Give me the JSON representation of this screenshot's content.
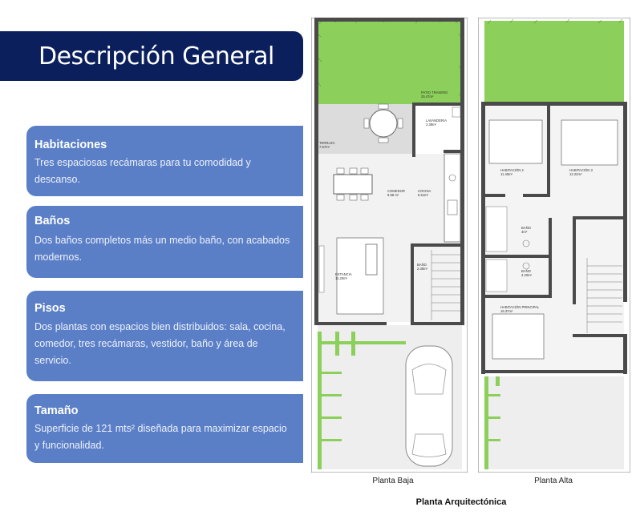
{
  "title": "Descripción General",
  "cards": [
    {
      "heading": "Habitaciones",
      "text": "Tres espaciosas recámaras para tu comodidad y descanso."
    },
    {
      "heading": "Baños",
      "text": "Dos baños completos más un medio baño, con acabados modernos."
    },
    {
      "heading": "Pisos",
      "text": "Dos plantas con espacios bien distribuidos: sala, cocina, comedor, tres recámaras, vestidor, baño y área de servicio."
    },
    {
      "heading": "Tamaño",
      "text": "Superficie de 121 mts² diseñada para maximizar espacio y funcionalidad."
    }
  ],
  "planta_baja": {
    "caption": "Planta Baja",
    "rooms": {
      "patio": "PATIO TRASERO",
      "patio_area": "25.47m²",
      "lavanderia": "LAVANDERIA",
      "lavanderia_area": "2.39m²",
      "terraza": "TERRAZA",
      "terraza_area": "7.57m²",
      "comedor": "COMEDOR",
      "comedor_area": "9.88 m²",
      "cocina": "COCINA",
      "cocina_area": "6.51m²",
      "estancia": "ESTANCIA",
      "estancia_area": "11.20m²",
      "bano": "BAÑO",
      "bano_area": "2.39m²"
    }
  },
  "planta_alta": {
    "caption": "Planta Alta",
    "rooms": {
      "hab2": "HABITACIÓN 2",
      "hab2_area": "11.45m²",
      "hab3": "HABITACIÓN 3",
      "hab3_area": "12.22m²",
      "bano1": "BAÑO",
      "bano1_area": "4m²",
      "bano2": "BAÑO",
      "bano2_area": "4.20m²",
      "principal": "HABITACIÓN PRINCIPAL",
      "principal_area": "16.37m²"
    }
  },
  "main_caption": "Planta Arquitectónica",
  "colors": {
    "title_bg": "#0a1f5c",
    "card_bg": "#5b7fc7",
    "grass": "#8ccf5a",
    "wall": "#4a4a4a",
    "floor": "#e3e3e3"
  }
}
